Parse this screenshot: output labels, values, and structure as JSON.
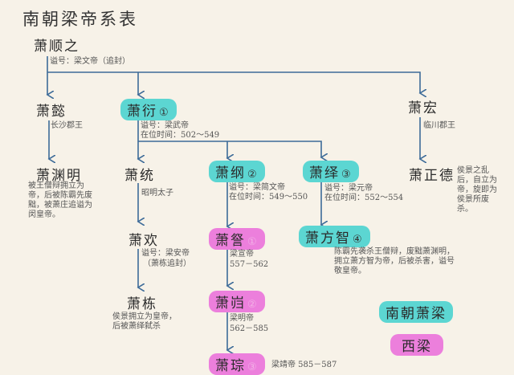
{
  "title": "南朝梁帝系表",
  "nodes": {
    "shunzhi": {
      "name": "萧顺之",
      "note": "谥号：梁文帝（追封）"
    },
    "yi": {
      "name": "萧懿",
      "note": "长沙郡王"
    },
    "yan": {
      "name": "萧衍",
      "order": "①",
      "note1": "谥号：梁武帝",
      "note2": "在位时间：502～549"
    },
    "hong": {
      "name": "萧宏",
      "note": "临川郡王"
    },
    "yuanming": {
      "name": "萧渊明",
      "note": "被王僧辩拥立为帝，后被陈霸先废黜，被萧庄追谥为闵皇帝。"
    },
    "tong": {
      "name": "萧统",
      "note": "昭明太子"
    },
    "gang": {
      "name": "萧纲",
      "order": "②",
      "note1": "谥号：梁简文帝",
      "note2": "在位时间：549～550"
    },
    "yi2": {
      "name": "萧绎",
      "order": "③",
      "note1": "谥号：梁元帝",
      "note2": "在位时间：552～554"
    },
    "zhengde": {
      "name": "萧正德",
      "note": "侯景之乱后，自立为帝，旋即为侯景所废杀。"
    },
    "huan": {
      "name": "萧欢",
      "note1": "谥号：梁安帝",
      "note2": "（萧栋追封）"
    },
    "cha": {
      "name": "萧詧",
      "order": "①",
      "note1": "梁宣帝",
      "note2": "557－562"
    },
    "fangzhi": {
      "name": "萧方智",
      "order": "④",
      "note": "陈霸先袭杀王僧辩，废黜萧渊明，拥立萧方智为帝，后被杀害，谥号敬皇帝。"
    },
    "dong": {
      "name": "萧栋",
      "note": "侯景拥立为皇帝，后被萧绎弑杀"
    },
    "kui": {
      "name": "萧岿",
      "order": "②",
      "note1": "梁明帝",
      "note2": "562－585"
    },
    "cong": {
      "name": "萧琮",
      "order": "③",
      "note": "梁靖帝  585－587"
    }
  },
  "legend": {
    "southern_liang": "南朝萧梁",
    "western_liang": "西梁"
  },
  "colors": {
    "southern_liang": "#5cd6d2",
    "western_liang": "#ec7fdc",
    "line": "#3d6b98"
  }
}
